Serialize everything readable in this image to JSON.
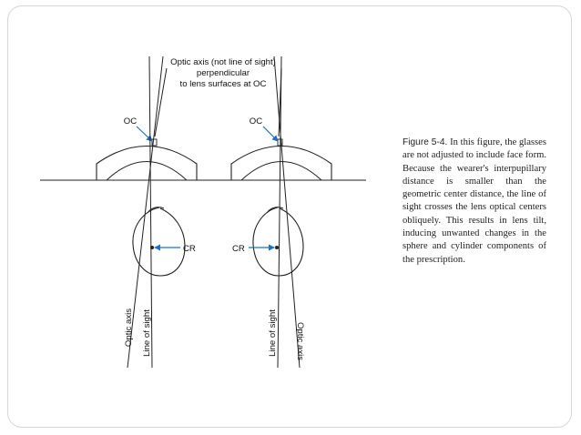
{
  "diagram": {
    "top_label": {
      "line1": "Optic axis (not line of sight)",
      "line2": "perpendicular",
      "line3": "to lens surfaces at OC"
    },
    "oc_label": "OC",
    "cr_label": "CR",
    "optic_axis_label": "Optic axis",
    "line_of_sight_label": "Line of sight"
  },
  "caption": {
    "figure_label": "Figure 5-4.",
    "text": "In this figure, the glasses are not adjusted to include face form. Because the wearer's interpupillary distance is smaller than the geometric center distance, the line of sight crosses the lens optical centers obliquely. This results in lens tilt, inducing unwanted changes in the sphere and cylinder components of the prescription."
  }
}
